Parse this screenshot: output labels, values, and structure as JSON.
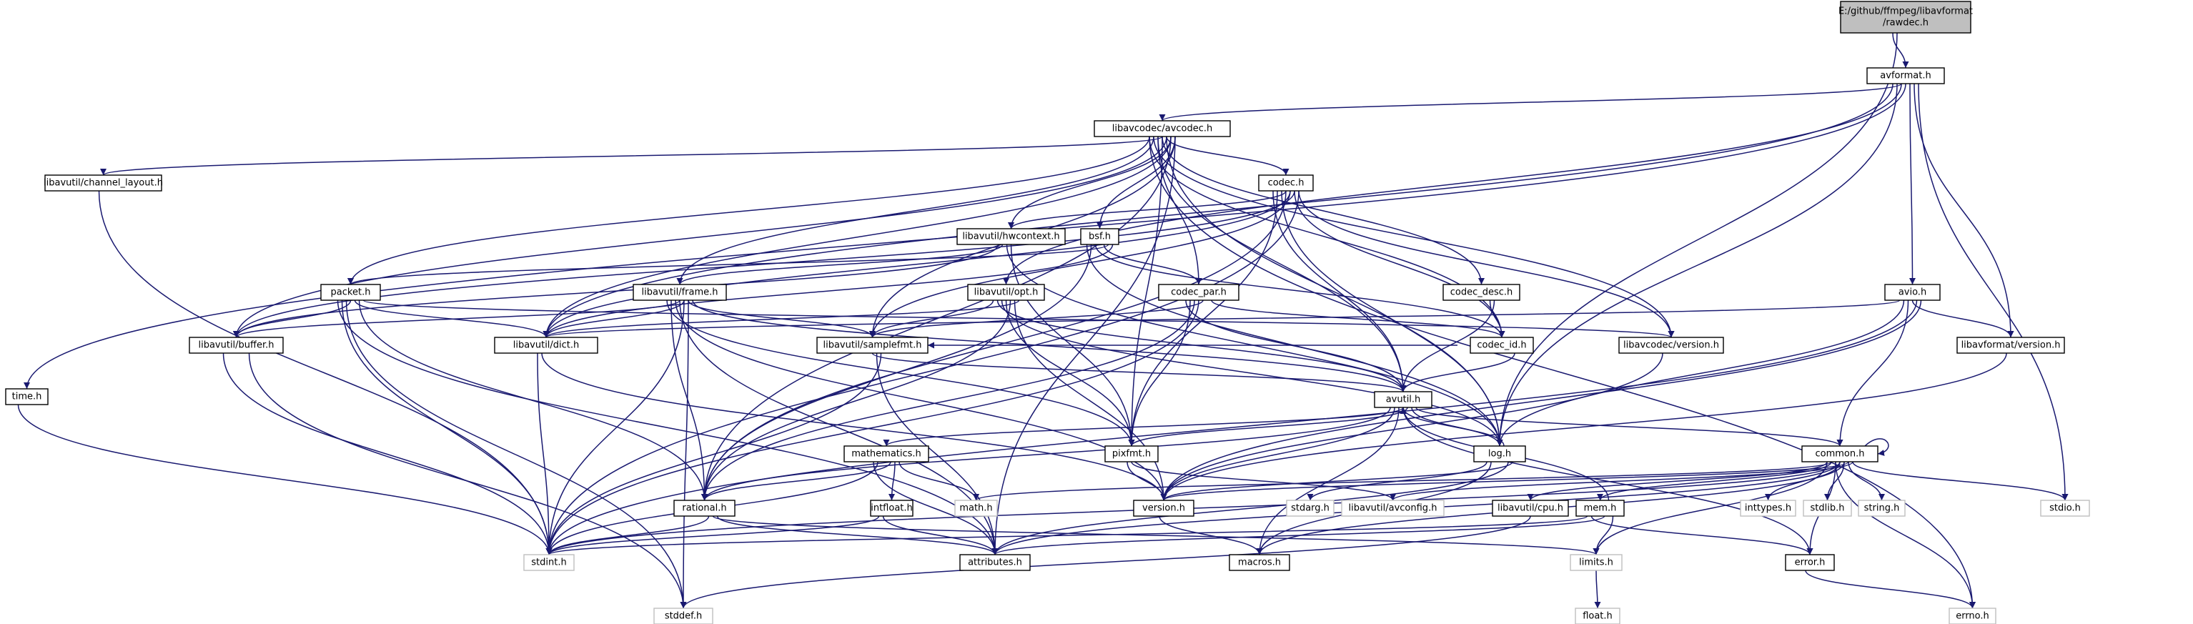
{
  "graph_title": "",
  "colors": {
    "edge": "#191970",
    "root_fill": "#bfbfbf",
    "node_border": "#000000",
    "system_border": "#bfbfbf"
  },
  "nodes": {
    "rawdec": {
      "label": [
        "E:/github/ffmpeg/libavformat",
        "/rawdec.h"
      ],
      "kind": "root"
    },
    "avformat": {
      "label": [
        "avformat.h"
      ],
      "kind": "solid"
    },
    "avcodec": {
      "label": [
        "libavcodec/avcodec.h"
      ],
      "kind": "solid"
    },
    "time": {
      "label": [
        "time.h"
      ],
      "kind": "solid"
    },
    "channel_layout": {
      "label": [
        "libavutil/channel_layout.h"
      ],
      "kind": "solid"
    },
    "codec": {
      "label": [
        "codec.h"
      ],
      "kind": "solid"
    },
    "hwcontext": {
      "label": [
        "libavutil/hwcontext.h"
      ],
      "kind": "solid"
    },
    "bsf": {
      "label": [
        "bsf.h"
      ],
      "kind": "solid"
    },
    "packet": {
      "label": [
        "packet.h"
      ],
      "kind": "solid"
    },
    "frame": {
      "label": [
        "libavutil/frame.h"
      ],
      "kind": "solid"
    },
    "opt": {
      "label": [
        "libavutil/opt.h"
      ],
      "kind": "solid"
    },
    "codec_par": {
      "label": [
        "codec_par.h"
      ],
      "kind": "solid"
    },
    "codec_desc": {
      "label": [
        "codec_desc.h"
      ],
      "kind": "solid"
    },
    "avio": {
      "label": [
        "avio.h"
      ],
      "kind": "solid"
    },
    "buffer": {
      "label": [
        "libavutil/buffer.h"
      ],
      "kind": "solid"
    },
    "dict": {
      "label": [
        "libavutil/dict.h"
      ],
      "kind": "solid"
    },
    "samplefmt": {
      "label": [
        "libavutil/samplefmt.h"
      ],
      "kind": "solid"
    },
    "codec_id": {
      "label": [
        "codec_id.h"
      ],
      "kind": "solid"
    },
    "avcversion": {
      "label": [
        "libavcodec/version.h"
      ],
      "kind": "solid"
    },
    "avfversion": {
      "label": [
        "libavformat/version.h"
      ],
      "kind": "solid"
    },
    "avutil": {
      "label": [
        "avutil.h"
      ],
      "kind": "solid"
    },
    "mathematics": {
      "label": [
        "mathematics.h"
      ],
      "kind": "solid"
    },
    "pixfmt": {
      "label": [
        "pixfmt.h"
      ],
      "kind": "solid"
    },
    "log": {
      "label": [
        "log.h"
      ],
      "kind": "solid"
    },
    "common": {
      "label": [
        "common.h"
      ],
      "kind": "solid"
    },
    "rational": {
      "label": [
        "rational.h"
      ],
      "kind": "solid"
    },
    "intfloat": {
      "label": [
        "intfloat.h"
      ],
      "kind": "solid"
    },
    "math": {
      "label": [
        "math.h"
      ],
      "kind": "grey"
    },
    "version": {
      "label": [
        "version.h"
      ],
      "kind": "solid"
    },
    "stdarg": {
      "label": [
        "stdarg.h"
      ],
      "kind": "grey"
    },
    "avconfig": {
      "label": [
        "libavutil/avconfig.h"
      ],
      "kind": "grey"
    },
    "cpu": {
      "label": [
        "libavutil/cpu.h"
      ],
      "kind": "solid"
    },
    "mem": {
      "label": [
        "mem.h"
      ],
      "kind": "solid"
    },
    "inttypes": {
      "label": [
        "inttypes.h"
      ],
      "kind": "grey"
    },
    "stdlib": {
      "label": [
        "stdlib.h"
      ],
      "kind": "grey"
    },
    "string": {
      "label": [
        "string.h"
      ],
      "kind": "grey"
    },
    "stdio": {
      "label": [
        "stdio.h"
      ],
      "kind": "grey"
    },
    "stdint": {
      "label": [
        "stdint.h"
      ],
      "kind": "grey"
    },
    "attributes": {
      "label": [
        "attributes.h"
      ],
      "kind": "solid"
    },
    "macros": {
      "label": [
        "macros.h"
      ],
      "kind": "solid"
    },
    "limits": {
      "label": [
        "limits.h"
      ],
      "kind": "grey"
    },
    "error": {
      "label": [
        "error.h"
      ],
      "kind": "solid"
    },
    "float": {
      "label": [
        "float.h"
      ],
      "kind": "grey"
    },
    "stddef": {
      "label": [
        "stddef.h"
      ],
      "kind": "grey"
    },
    "errno": {
      "label": [
        "errno.h"
      ],
      "kind": "grey"
    }
  },
  "edges": [
    [
      "rawdec",
      "avformat"
    ],
    [
      "rawdec",
      "log"
    ],
    [
      "avformat",
      "avcodec"
    ],
    [
      "avformat",
      "time"
    ],
    [
      "avformat",
      "avio"
    ],
    [
      "avformat",
      "avfversion"
    ],
    [
      "avformat",
      "stdio"
    ],
    [
      "avformat",
      "dict"
    ],
    [
      "avformat",
      "log"
    ],
    [
      "avformat",
      "opt"
    ],
    [
      "avcodec",
      "channel_layout"
    ],
    [
      "avcodec",
      "codec"
    ],
    [
      "avcodec",
      "hwcontext"
    ],
    [
      "avcodec",
      "bsf"
    ],
    [
      "avcodec",
      "packet"
    ],
    [
      "avcodec",
      "frame"
    ],
    [
      "avcodec",
      "codec_par"
    ],
    [
      "avcodec",
      "codec_desc"
    ],
    [
      "avcodec",
      "buffer"
    ],
    [
      "avcodec",
      "dict"
    ],
    [
      "avcodec",
      "samplefmt"
    ],
    [
      "avcodec",
      "codec_id"
    ],
    [
      "avcodec",
      "avcversion"
    ],
    [
      "avcodec",
      "avutil"
    ],
    [
      "avcodec",
      "pixfmt"
    ],
    [
      "avcodec",
      "log"
    ],
    [
      "avcodec",
      "rational"
    ],
    [
      "avcodec",
      "attributes"
    ],
    [
      "avcodec",
      "errno"
    ],
    [
      "time",
      "stdint"
    ],
    [
      "channel_layout",
      "stdint"
    ],
    [
      "codec",
      "hwcontext"
    ],
    [
      "codec",
      "samplefmt"
    ],
    [
      "codec",
      "codec_id"
    ],
    [
      "codec",
      "avcversion"
    ],
    [
      "codec",
      "avutil"
    ],
    [
      "codec",
      "pixfmt"
    ],
    [
      "codec",
      "log"
    ],
    [
      "codec",
      "rational"
    ],
    [
      "codec",
      "dict"
    ],
    [
      "codec",
      "buffer"
    ],
    [
      "codec",
      "stdint"
    ],
    [
      "hwcontext",
      "buffer"
    ],
    [
      "hwcontext",
      "frame"
    ],
    [
      "hwcontext",
      "log"
    ],
    [
      "hwcontext",
      "pixfmt"
    ],
    [
      "bsf",
      "codec_par"
    ],
    [
      "bsf",
      "packet"
    ],
    [
      "bsf",
      "dict"
    ],
    [
      "bsf",
      "log"
    ],
    [
      "bsf",
      "rational"
    ],
    [
      "bsf",
      "codec_id"
    ],
    [
      "packet",
      "buffer"
    ],
    [
      "packet",
      "dict"
    ],
    [
      "packet",
      "rational"
    ],
    [
      "packet",
      "avcversion"
    ],
    [
      "packet",
      "attributes"
    ],
    [
      "packet",
      "stdint"
    ],
    [
      "packet",
      "stddef"
    ],
    [
      "frame",
      "buffer"
    ],
    [
      "frame",
      "dict"
    ],
    [
      "frame",
      "samplefmt"
    ],
    [
      "frame",
      "avutil"
    ],
    [
      "frame",
      "pixfmt"
    ],
    [
      "frame",
      "rational"
    ],
    [
      "frame",
      "version"
    ],
    [
      "frame",
      "attributes"
    ],
    [
      "frame",
      "stdint"
    ],
    [
      "frame",
      "stddef"
    ],
    [
      "opt",
      "dict"
    ],
    [
      "opt",
      "samplefmt"
    ],
    [
      "opt",
      "avutil"
    ],
    [
      "opt",
      "log"
    ],
    [
      "opt",
      "pixfmt"
    ],
    [
      "opt",
      "rational"
    ],
    [
      "opt",
      "version"
    ],
    [
      "codec_par",
      "codec_id"
    ],
    [
      "codec_par",
      "avutil"
    ],
    [
      "codec_par",
      "pixfmt"
    ],
    [
      "codec_par",
      "rational"
    ],
    [
      "codec_par",
      "stdint"
    ],
    [
      "codec_par",
      "samplefmt"
    ],
    [
      "codec_desc",
      "codec_id"
    ],
    [
      "codec_desc",
      "avutil"
    ],
    [
      "avio",
      "dict"
    ],
    [
      "avio",
      "log"
    ],
    [
      "avio",
      "common"
    ],
    [
      "avio",
      "avfversion"
    ],
    [
      "avio",
      "stdint"
    ],
    [
      "avio",
      "version"
    ],
    [
      "buffer",
      "stddef"
    ],
    [
      "buffer",
      "stdint"
    ],
    [
      "dict",
      "stdint"
    ],
    [
      "dict",
      "version"
    ],
    [
      "samplefmt",
      "avutil"
    ],
    [
      "samplefmt",
      "attributes"
    ],
    [
      "samplefmt",
      "stdint"
    ],
    [
      "codec_id",
      "avutil"
    ],
    [
      "codec_id",
      "samplefmt"
    ],
    [
      "avcversion",
      "version"
    ],
    [
      "avfversion",
      "version"
    ],
    [
      "avutil",
      "mathematics"
    ],
    [
      "avutil",
      "pixfmt"
    ],
    [
      "avutil",
      "log"
    ],
    [
      "avutil",
      "common"
    ],
    [
      "avutil",
      "rational"
    ],
    [
      "avutil",
      "version"
    ],
    [
      "avutil",
      "macros"
    ],
    [
      "avutil",
      "error"
    ],
    [
      "mathematics",
      "rational"
    ],
    [
      "mathematics",
      "intfloat"
    ],
    [
      "mathematics",
      "math"
    ],
    [
      "mathematics",
      "attributes"
    ],
    [
      "mathematics",
      "stdint"
    ],
    [
      "pixfmt",
      "version"
    ],
    [
      "pixfmt",
      "avconfig"
    ],
    [
      "log",
      "avutil"
    ],
    [
      "log",
      "attributes"
    ],
    [
      "log",
      "version"
    ],
    [
      "log",
      "stdarg"
    ],
    [
      "log",
      "macros"
    ],
    [
      "common",
      "common"
    ],
    [
      "common",
      "attributes"
    ],
    [
      "common",
      "macros"
    ],
    [
      "common",
      "version"
    ],
    [
      "common",
      "avconfig"
    ],
    [
      "common",
      "cpu"
    ],
    [
      "common",
      "mem"
    ],
    [
      "common",
      "error"
    ],
    [
      "common",
      "inttypes"
    ],
    [
      "common",
      "stdlib"
    ],
    [
      "common",
      "string"
    ],
    [
      "common",
      "stdio"
    ],
    [
      "common",
      "limits"
    ],
    [
      "common",
      "math"
    ],
    [
      "common",
      "errno"
    ],
    [
      "common",
      "stdint"
    ],
    [
      "rational",
      "stdint"
    ],
    [
      "rational",
      "limits"
    ],
    [
      "rational",
      "attributes"
    ],
    [
      "intfloat",
      "stdint"
    ],
    [
      "intfloat",
      "attributes"
    ],
    [
      "version",
      "macros"
    ],
    [
      "cpu",
      "stddef"
    ],
    [
      "mem",
      "attributes"
    ],
    [
      "mem",
      "avutil"
    ],
    [
      "mem",
      "limits"
    ],
    [
      "mem",
      "stdint"
    ],
    [
      "mem",
      "error"
    ],
    [
      "error",
      "errno"
    ],
    [
      "limits",
      "float"
    ]
  ]
}
